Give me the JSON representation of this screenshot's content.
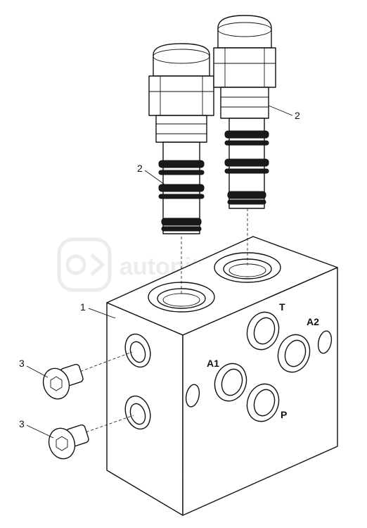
{
  "watermark": {
    "text": "autopiter.ru",
    "icon": "a-chevron-logo-icon"
  },
  "callouts": {
    "manifold_block": "1",
    "cartridge_valve_left": "2",
    "cartridge_valve_right": "2",
    "plug_upper": "3",
    "plug_lower": "3"
  },
  "ports": {
    "tank": "T",
    "a1": "A1",
    "a2": "A2",
    "pressure": "P"
  }
}
